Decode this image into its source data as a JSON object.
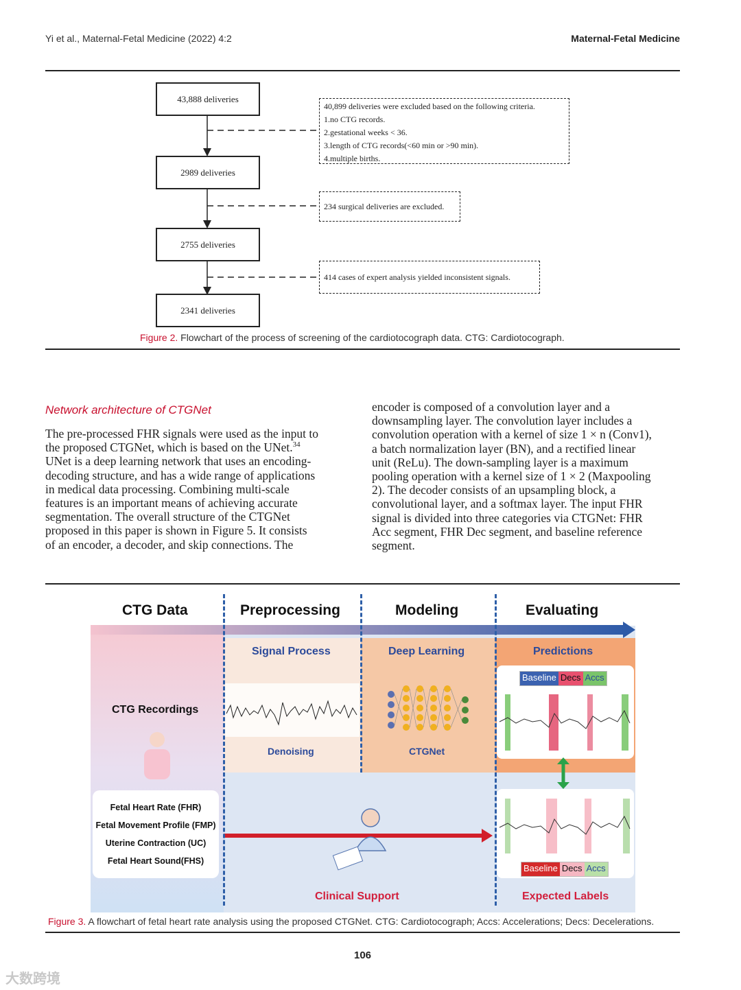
{
  "header": {
    "citation": "Yi et al., Maternal-Fetal Medicine (2022) 4:2",
    "journal": "Maternal-Fetal Medicine"
  },
  "figure2": {
    "boxes": [
      "43,888 deliveries",
      "2989 deliveries",
      "2755 deliveries",
      "2341 deliveries"
    ],
    "exclusion1": [
      "40,899 deliveries were excluded based on the following criteria.",
      "1.no CTG records.",
      "2.gestational weeks < 36.",
      "3.length of CTG records(<60 min or >90 min).",
      "4.multiple births."
    ],
    "exclusion2": "234 surgical deliveries are excluded.",
    "exclusion3": "414 cases of expert analysis yielded inconsistent signals.",
    "caption_label": "Figure 2.",
    "caption_text": "Flowchart of the process of screening of the cardiotocograph data. CTG: Cardiotocograph."
  },
  "section": {
    "title": "Network architecture of CTGNet",
    "left_lines": [
      "The pre-processed FHR signals were used as the input to",
      "the proposed CTGNet, which is based on the UNet.",
      "UNet is a deep learning network that uses an encoding-",
      "decoding structure, and has a wide range of applications",
      "in medical data processing. Combining multi-scale",
      "features is an important means of achieving accurate",
      "segmentation. The overall structure of the CTGNet",
      "proposed in this paper is shown in Figure 5. It consists",
      "of an encoder, a decoder, and skip connections. The"
    ],
    "left_sup": "34",
    "right_lines": [
      "encoder is composed of a convolution layer and a",
      "downsampling layer. The convolution layer includes a",
      "convolution operation with a kernel of size 1 × n (Conv1),",
      "a batch normalization layer (BN), and a rectified linear",
      "unit (ReLu). The down-sampling layer is a maximum",
      "pooling operation with a kernel size of 1 × 2 (Maxpooling",
      "2). The decoder consists of an upsampling block, a",
      "convolutional layer, and a softmax layer. The input FHR",
      "signal is divided into three categories via CTGNet: FHR",
      "Acc segment, FHR Dec segment, and baseline reference",
      "segment."
    ]
  },
  "figure3": {
    "stages": [
      "CTG Data",
      "Preprocessing",
      "Modeling",
      "Evaluating"
    ],
    "recordings_label": "CTG Recordings",
    "signal_process": "Signal Process",
    "denoising": "Denoising",
    "deep_learning": "Deep Learning",
    "ctgnet": "CTGNet",
    "predictions": "Predictions",
    "features": [
      "Fetal Heart Rate (FHR)",
      "Fetal Movement Profile (FMP)",
      "Uterine Contraction (UC)",
      "Fetal Heart Sound(FHS)"
    ],
    "legend": {
      "baseline": "Baseline",
      "decs": "Decs",
      "accs": "Accs"
    },
    "clinical_support": "Clinical Support",
    "expected_labels": "Expected Labels",
    "caption_label": "Figure 3.",
    "caption_text": "A flowchart of fetal heart rate analysis using the proposed CTGNet. CTG: Cardiotocograph; Accs: Accelerations; Decs: Decelerations."
  },
  "page_number": "106",
  "watermark": "大数跨境",
  "colors": {
    "accent_red": "#c8102e",
    "accent_blue": "#2c4a9a"
  }
}
